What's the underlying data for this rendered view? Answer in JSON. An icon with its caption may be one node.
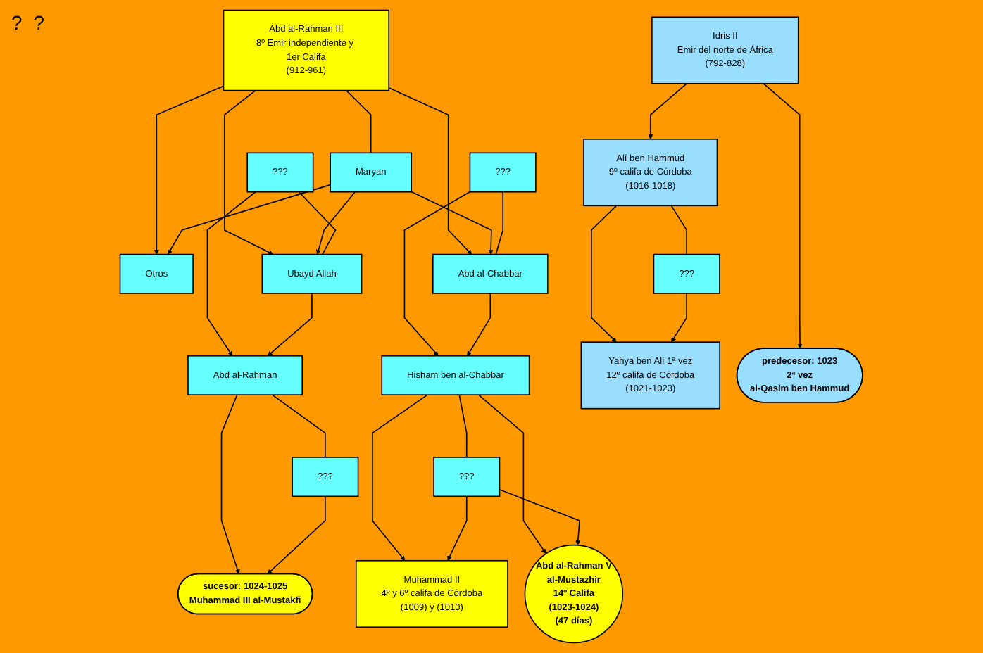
{
  "diagram": {
    "nodes": [
      {
        "text": [
          "Abd al-Rahman III",
          "8º Emir independiente y 1er Califa",
          "(912-961)"
        ]
      },
      {
        "text": [
          "Maryan"
        ]
      },
      {
        "text": [
          "Idris II",
          "Emir del norte de África",
          "(792-828)"
        ]
      },
      {
        "text": [
          "Otros"
        ]
      },
      {
        "text": [
          "???"
        ]
      },
      {
        "text": [
          "Ubayd Allah"
        ]
      },
      {
        "text": [
          "???"
        ]
      },
      {
        "text": [
          "Abd al-Chabbar"
        ]
      },
      {
        "text": [
          "Hisham ben al-Chabbar"
        ]
      },
      {
        "text": [
          "???"
        ]
      },
      {
        "text": [
          "Alí ben Hammud",
          "9º califa de Córdoba",
          "(1016-1018)"
        ]
      },
      {
        "text": [
          "???"
        ]
      },
      {
        "text": [
          "Abd al-Rahman"
        ]
      },
      {
        "text": [
          "???"
        ]
      },
      {
        "text": [
          "Muhammad II",
          "4º y 6º califa de Córdoba",
          "(1009) y (1010)"
        ]
      },
      {
        "text": [
          "Yahya ben Alí 1ª vez",
          "12º califa de Córdoba",
          "(1021-1023)"
        ]
      },
      {
        "text": [
          "sucesor: 1024-1025",
          "Muhammad III al-Mustakfi"
        ]
      },
      {
        "text": [
          "predecesor: 1023",
          "2ª vez",
          "al-Qasim ben Hammud"
        ]
      },
      {
        "text": [
          "Abd al-Rahman V",
          "al-Mustazhir",
          "14º Califa",
          "(1023-1024)",
          "(47 días)"
        ]
      }
    ],
    "edges": [
      {
        "from": 0,
        "to": 1,
        "arrow": "none"
      },
      {
        "from": 0,
        "to": 3,
        "arrow": "to"
      },
      {
        "from": 0,
        "to": 5,
        "arrow": "to"
      },
      {
        "from": 0,
        "to": 7,
        "arrow": "to"
      },
      {
        "from": 1,
        "to": 3,
        "arrow": "to"
      },
      {
        "from": 1,
        "to": 5,
        "arrow": "to"
      },
      {
        "from": 1,
        "to": 7,
        "arrow": "to"
      },
      {
        "from": 4,
        "to": 5,
        "arrow": "none"
      },
      {
        "from": 6,
        "to": 7,
        "arrow": "none"
      },
      {
        "from": 4,
        "to": 12,
        "arrow": "to"
      },
      {
        "from": 5,
        "to": 12,
        "arrow": "to"
      },
      {
        "from": 6,
        "to": 8,
        "arrow": "to"
      },
      {
        "from": 7,
        "to": 8,
        "arrow": "to"
      },
      {
        "from": 8,
        "to": 9,
        "arrow": "none"
      },
      {
        "from": 8,
        "to": 14,
        "arrow": "to"
      },
      {
        "from": 8,
        "to": 18,
        "arrow": "to"
      },
      {
        "from": 9,
        "to": 14,
        "arrow": "to"
      },
      {
        "from": 9,
        "to": 18,
        "arrow": "to"
      },
      {
        "from": 2,
        "to": 10,
        "arrow": "to"
      },
      {
        "from": 2,
        "to": 17,
        "arrow": "to"
      },
      {
        "from": 10,
        "to": 11,
        "arrow": "none"
      },
      {
        "from": 10,
        "to": 15,
        "arrow": "to"
      },
      {
        "from": 11,
        "to": 15,
        "arrow": "to"
      },
      {
        "from": 12,
        "to": 13,
        "arrow": "none"
      },
      {
        "from": 12,
        "to": 16,
        "arrow": "to"
      },
      {
        "from": 13,
        "to": 16,
        "arrow": "to"
      }
    ],
    "labels": [
      "?",
      "?"
    ]
  }
}
